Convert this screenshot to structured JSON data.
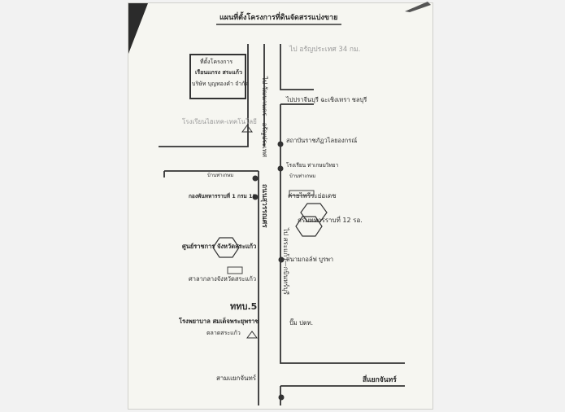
{
  "title": "แผนที่ตั้งโครงการที่ดินจัดสรรแบ่งขาย",
  "project_box": {
    "line1": "ที่ตั้งโครงการ",
    "line2": "เรือนแกรง สระแก้ว",
    "line3": "บริษัท บุญทองคำ จำกัด"
  },
  "labels": {
    "to_aranyaprathet": "ไป อรัญประเทศ 34 กม.",
    "to_prachinburi": "ไปปราจีนบุรี ฉะเชิงเทรา ชลบุรี",
    "hitech_school": "โรงเรียนไฮเทค-เทคโนโลยี",
    "rajabhat": "สถาบันราชภัฏวไลยองกรณ์",
    "tha_kasem_school": "โรงเรียน ท่าเกษมวิทยา",
    "ban_tha_kasem_right": "บ้านท่าเกษม",
    "ban_tha_kasem_left": "บ้านท่าเกษม",
    "battalion": "กองพันทหารราบที่ 1 กรม 12",
    "camp": "ค่ายไพรีระย่อเดช",
    "regiment": "กรมทหารราบที่ 12 รอ.",
    "gov_center": "ศูนย์ราชการ จังหวัดสระแก้ว",
    "provincial_hall": "ศาลากลางจังหวัดสระแก้ว",
    "golf": "สนามกอล์ฟ บูรพา",
    "tthb": "ททบ.5",
    "hospital": "โรงพยาบาล สมเด็จพระยุพราช",
    "market": "ตลาดสระแก้ว",
    "ptt": "ปั๊ม ปตท.",
    "sam_yaek": "สามแยกจันทร์",
    "si_yaek": "สี่แยกจันทร์",
    "vertical_upper": "ไป วัฒนานคร—อรัญประเทศ",
    "vertical_road": "ถนนสุวรรณศร",
    "vertical_lower": "ไป สระแก้ว—กบินทร์บุรี"
  },
  "colors": {
    "paper": "#f6f6f1",
    "ink": "#2a2a2a",
    "road": "#3a3a3a"
  }
}
